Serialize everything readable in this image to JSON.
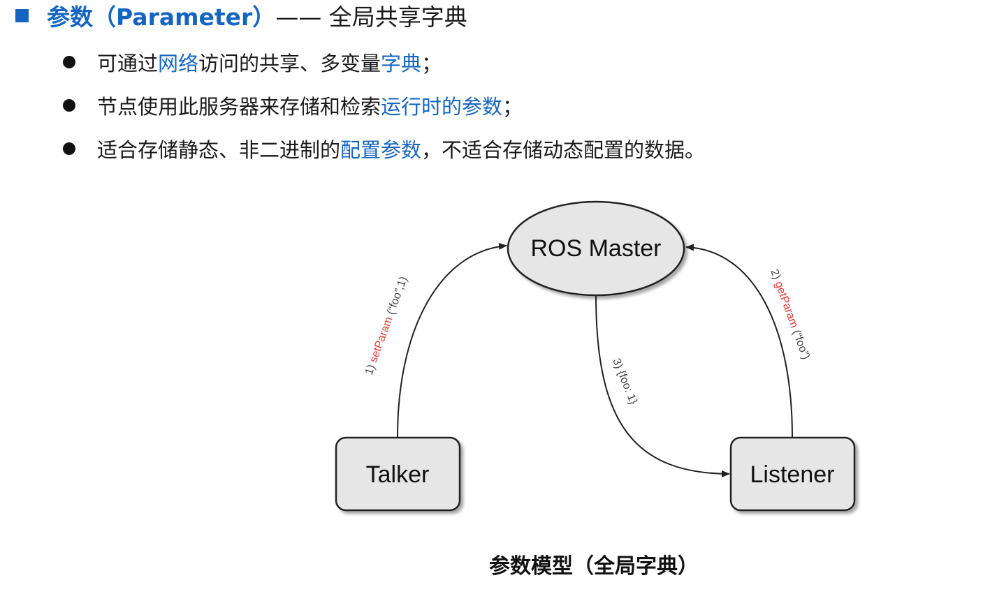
{
  "heading": {
    "title_blue": "参数（Parameter）",
    "title_rest": "—— 全局共享字典"
  },
  "bullets": [
    {
      "parts": [
        {
          "text": "可通过",
          "hl": false
        },
        {
          "text": "网络",
          "hl": true
        },
        {
          "text": "访问的共享、多变量",
          "hl": false
        },
        {
          "text": "字典",
          "hl": true
        },
        {
          "text": "；",
          "hl": false
        }
      ]
    },
    {
      "parts": [
        {
          "text": "节点使用此服务器来存储和检索",
          "hl": false
        },
        {
          "text": "运行时的参数",
          "hl": true
        },
        {
          "text": "；",
          "hl": false
        }
      ]
    },
    {
      "parts": [
        {
          "text": "适合存储静态、非二进制的",
          "hl": false
        },
        {
          "text": "配置参数",
          "hl": true
        },
        {
          "text": "，不适合存储动态配置的数据。",
          "hl": false
        }
      ]
    }
  ],
  "diagram": {
    "master": "ROS Master",
    "talker": "Talker",
    "listener": "Listener",
    "edge1": {
      "prefix": "1) ",
      "fn": "setParam",
      "args": " (“foo”,1)"
    },
    "edge2": {
      "prefix": "2) ",
      "fn": "getParam",
      "args": " (“foo”)"
    },
    "edge3": {
      "label": "3) {foo: 1}"
    }
  },
  "caption": "参数模型（全局字典）",
  "colors": {
    "accent": "#1565c0",
    "fn_red": "#e53935",
    "node_fill": "#e6e6e6"
  }
}
